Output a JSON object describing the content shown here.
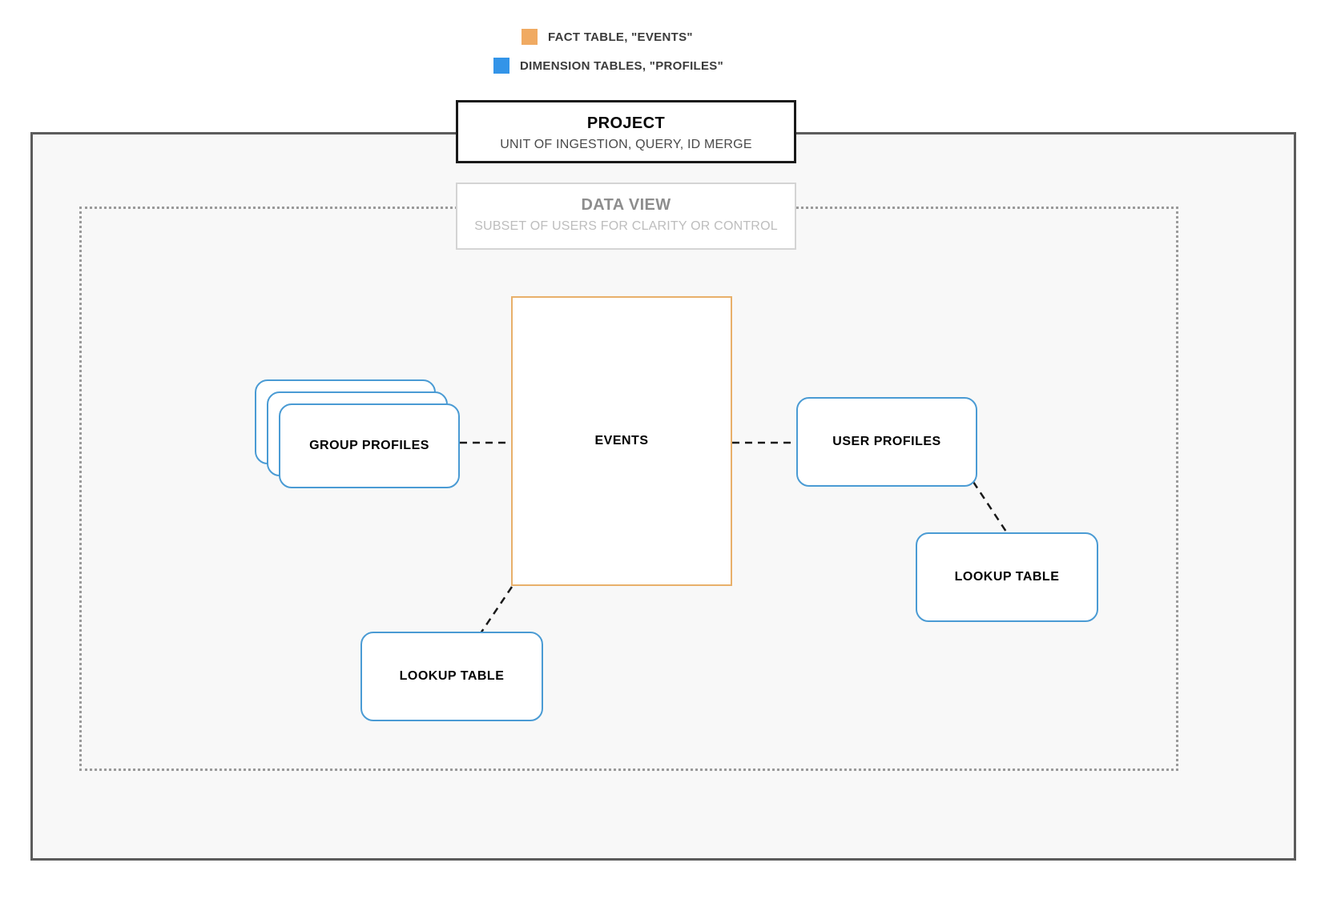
{
  "legend": {
    "items": [
      {
        "icon": "orange-square-swatch",
        "color": "#f0aa62",
        "label": "FACT TABLE, \"EVENTS\""
      },
      {
        "icon": "blue-square-swatch",
        "color": "#3394e8",
        "label": "DIMENSION TABLES, \"PROFILES\""
      }
    ]
  },
  "containers": {
    "project": {
      "title": "PROJECT",
      "subtitle": "UNIT OF INGESTION, QUERY, ID MERGE",
      "border_color": "#1a1a1a",
      "fill_color": "#f8f8f8"
    },
    "data_view": {
      "title": "DATA VIEW",
      "subtitle": "SUBSET OF USERS FOR CLARITY OR CONTROL",
      "border_color": "#d4d4d4",
      "border_style": "dotted"
    }
  },
  "nodes": {
    "events": {
      "label": "EVENTS",
      "type": "fact-table",
      "color": "#e8b06a"
    },
    "group_profiles": {
      "label": "GROUP PROFILES",
      "type": "dimension-table-stack",
      "color": "#4a9bd4",
      "card_count": 3
    },
    "user_profiles": {
      "label": "USER PROFILES",
      "type": "dimension-table",
      "color": "#4a9bd4"
    },
    "lookup_left": {
      "label": "LOOKUP TABLE",
      "type": "dimension-table",
      "color": "#4a9bd4"
    },
    "lookup_right": {
      "label": "LOOKUP TABLE",
      "type": "dimension-table",
      "color": "#4a9bd4"
    }
  },
  "connectors": [
    {
      "name": "group-profiles-to-events",
      "from": "group_profiles",
      "to": "events",
      "style": "dashed"
    },
    {
      "name": "events-to-user-profiles",
      "from": "events",
      "to": "user_profiles",
      "style": "dashed"
    },
    {
      "name": "user-profiles-to-lookup-right",
      "from": "user_profiles",
      "to": "lookup_right",
      "style": "dashed"
    },
    {
      "name": "events-to-lookup-left",
      "from": "events",
      "to": "lookup_left",
      "style": "dashed"
    }
  ]
}
